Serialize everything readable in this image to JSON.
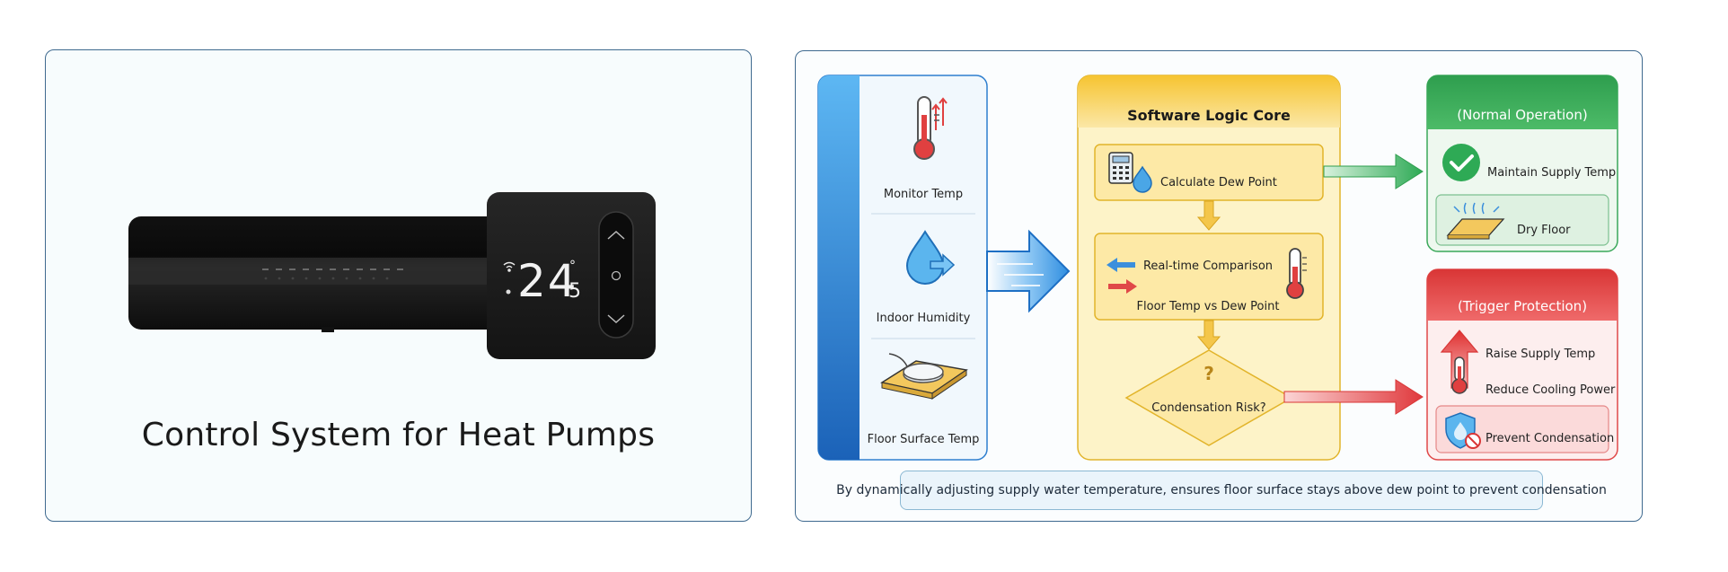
{
  "device": {
    "display_value": "24",
    "display_subscript": "5",
    "degree_symbol": "°"
  },
  "caption": "Control System for Heat Pumps",
  "inputs": [
    {
      "label": "Monitor Temp"
    },
    {
      "label": "Indoor Humidity"
    },
    {
      "label": "Floor Surface Temp"
    }
  ],
  "logic_core": {
    "title": "Software Logic Core",
    "step1": "Calculate Dew Point",
    "step2_line1": "Real-time Comparison",
    "step2_line2": "Floor Temp vs Dew Point",
    "question_mark": "?",
    "decision": "Condensation Risk?"
  },
  "normal": {
    "title": "(Normal Operation)",
    "item1": "Maintain Supply Temp",
    "item2": "Dry Floor"
  },
  "protection": {
    "title": "(Trigger Protection)",
    "item1": "Raise Supply Temp",
    "item2": "Reduce Cooling Power",
    "item3": "Prevent Condensation"
  },
  "bottom_note": "By dynamically adjusting supply water temperature, ensures floor surface stays above dew point to prevent condensation",
  "colors": {
    "panel_border": "#3f6a8f",
    "input_blue": "#2f86d8",
    "core_yellow": "#f5c842",
    "normal_green": "#3aa85a",
    "protect_red": "#e04848"
  }
}
